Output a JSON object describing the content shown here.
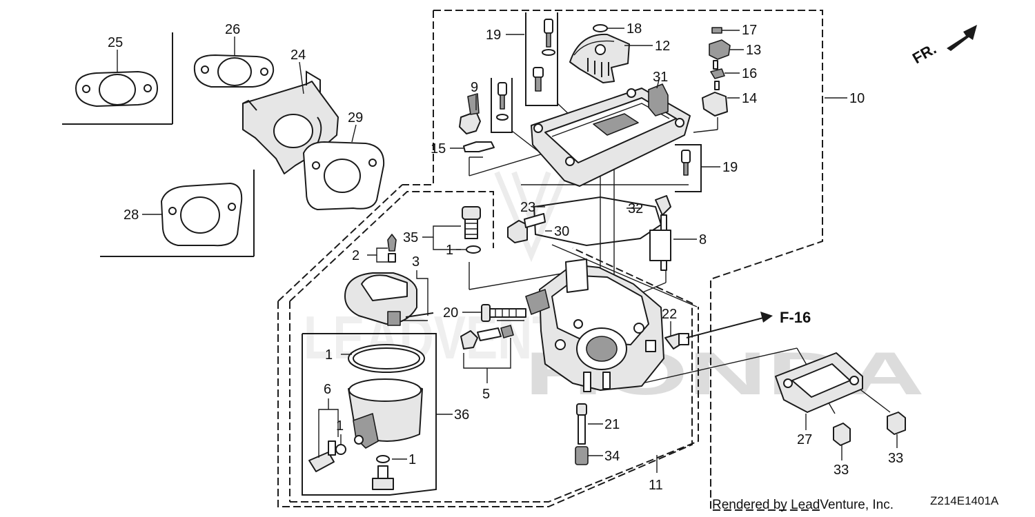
{
  "diagram": {
    "part_numbers": {
      "n1a": "1",
      "n1b": "1",
      "n1c": "1",
      "n1d": "1",
      "n2": "2",
      "n3": "3",
      "n5": "5",
      "n6": "6",
      "n8": "8",
      "n9": "9",
      "n10": "10",
      "n11": "11",
      "n12": "12",
      "n13": "13",
      "n14": "14",
      "n15": "15",
      "n16": "16",
      "n17": "17",
      "n18": "18",
      "n19a": "19",
      "n19b": "19",
      "n20": "20",
      "n21": "21",
      "n22": "22",
      "n23": "23",
      "n24": "24",
      "n25": "25",
      "n26": "26",
      "n27": "27",
      "n28": "28",
      "n29": "29",
      "n30": "30",
      "n31": "31",
      "n32": "32",
      "n33a": "33",
      "n33b": "33",
      "n34": "34",
      "n35": "35",
      "n36": "36"
    },
    "front_marker": "FR.",
    "cross_reference": "F-16",
    "watermark": "HONDA",
    "watermark_brand": "LEADVENTURE",
    "credit": "Rendered by LeadVenture, Inc.",
    "diagram_code": "Z214E1401A",
    "colors": {
      "line": "#1a1a1a",
      "watermark": "#d9d9d9"
    }
  }
}
